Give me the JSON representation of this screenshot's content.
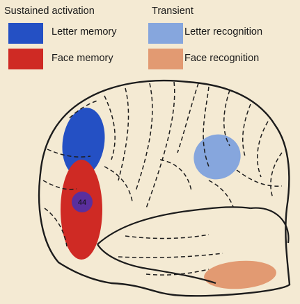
{
  "legend": {
    "sustained": {
      "title": "Sustained activation",
      "items": [
        {
          "label": "Letter memory",
          "color": "#2450c4"
        },
        {
          "label": "Face memory",
          "color": "#cf2a24"
        }
      ]
    },
    "transient": {
      "title": "Transient",
      "items": [
        {
          "label": "Letter recognition",
          "color": "#86a6dd"
        },
        {
          "label": "Face recognition",
          "color": "#e29a72"
        }
      ]
    }
  },
  "overlap": {
    "label": "44",
    "color": "#5a2f9e"
  }
}
